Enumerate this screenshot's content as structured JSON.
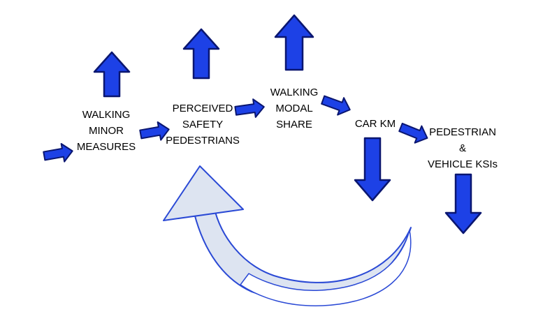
{
  "colors": {
    "background": "#ffffff",
    "text": "#000000",
    "arrow_fill": "#1d41e6",
    "arrow_stroke": "#0a1670",
    "loop_fill": "#dde4f1",
    "loop_stroke": "#2a49d5",
    "loop_overlay_fill": "#ffffff"
  },
  "nodes": [
    {
      "id": "walking-minor-measures",
      "trend": "up",
      "lines": [
        "WALKING",
        "MINOR",
        "MEASURES"
      ]
    },
    {
      "id": "perceived-safety-pedestrians",
      "trend": "up",
      "lines": [
        "PERCEIVED",
        "SAFETY",
        "PEDESTRIANS"
      ]
    },
    {
      "id": "walking-modal-share",
      "trend": "up",
      "lines": [
        "WALKING",
        "MODAL",
        "SHARE"
      ]
    },
    {
      "id": "car-km",
      "trend": "down",
      "lines": [
        "CAR KM"
      ]
    },
    {
      "id": "pedestrian-vehicle-ksis",
      "trend": "down",
      "lines": [
        "PEDESTRIAN",
        "&",
        "VEHICLE KSIs"
      ]
    }
  ],
  "arrows": [
    {
      "name": "flow-arrow-input-to-walking-minor-measures",
      "direction": "right"
    },
    {
      "name": "flow-arrow-measures-to-perceived-safety",
      "direction": "right"
    },
    {
      "name": "flow-arrow-perceived-safety-to-modal-share",
      "direction": "right"
    },
    {
      "name": "flow-arrow-modal-share-to-car-km",
      "direction": "right-down"
    },
    {
      "name": "flow-arrow-car-km-to-ksis",
      "direction": "right-down"
    },
    {
      "name": "increase-arrow-walking-minor-measures",
      "direction": "up"
    },
    {
      "name": "increase-arrow-perceived-safety",
      "direction": "up"
    },
    {
      "name": "increase-arrow-walking-modal-share",
      "direction": "up"
    },
    {
      "name": "decrease-arrow-car-km",
      "direction": "down"
    },
    {
      "name": "decrease-arrow-pedestrian-vehicle-ksis",
      "direction": "down"
    },
    {
      "name": "feedback-loop-arrow",
      "direction": "curved-left-up"
    }
  ]
}
